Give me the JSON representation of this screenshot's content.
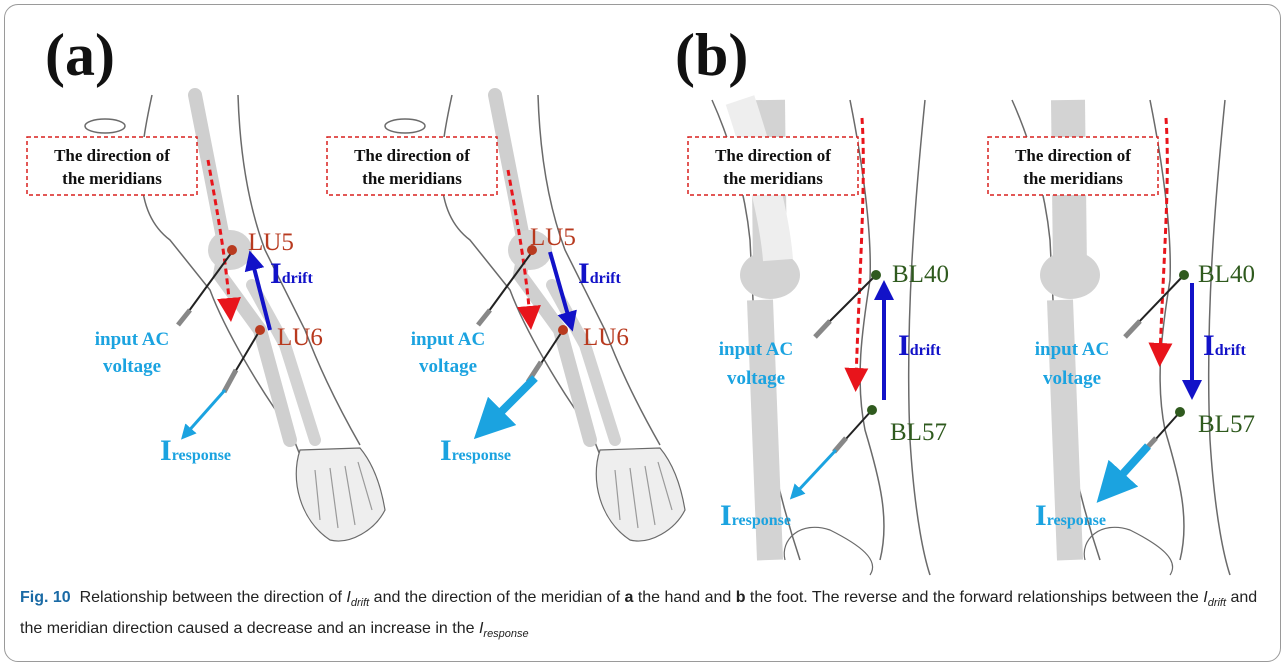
{
  "panels": {
    "a": {
      "label": "(a)",
      "left": {
        "direction_box": [
          "The direction of",
          "the meridians"
        ],
        "point_upper": "LU5",
        "point_lower": "LU6",
        "input_label": [
          "input AC",
          "voltage"
        ],
        "drift_I": "I",
        "drift_sub": "drift",
        "response_I": "I",
        "response_sub": "response"
      },
      "right": {
        "direction_box": [
          "The direction of",
          "the meridians"
        ],
        "point_upper": "LU5",
        "point_lower": "LU6",
        "input_label": [
          "input AC",
          "voltage"
        ],
        "drift_I": "I",
        "drift_sub": "drift",
        "response_I": "I",
        "response_sub": "response"
      }
    },
    "b": {
      "label": "(b)",
      "left": {
        "direction_box": [
          "The direction of",
          "the meridians"
        ],
        "point_upper": "BL40",
        "point_lower": "BL57",
        "input_label": [
          "input AC",
          "voltage"
        ],
        "drift_I": "I",
        "drift_sub": "drift",
        "response_I": "I",
        "response_sub": "response"
      },
      "right": {
        "direction_box": [
          "The direction of",
          "the meridians"
        ],
        "point_upper": "BL40",
        "point_lower": "BL57",
        "input_label": [
          "input AC",
          "voltage"
        ],
        "drift_I": "I",
        "drift_sub": "drift",
        "response_I": "I",
        "response_sub": "response"
      }
    }
  },
  "caption": {
    "fig_label": "Fig. 10",
    "t1": "Relationship between the direction of ",
    "i_drift": "I",
    "sub_drift": "drift",
    "t2": " and the direction of the meridian of ",
    "a": "a",
    "t3": " the hand and ",
    "b": "b",
    "t4": " the foot. The reverse and the forward relationships between the ",
    "t5": " and the meridian direction caused a decrease and an increase in the ",
    "i_resp": "I",
    "sub_resp": "response"
  },
  "colors": {
    "meridian_arrow": "#e8141b",
    "drift_arrow": "#1212c8",
    "response": "#1ba3e0",
    "arm_point": "#b83a1f",
    "leg_point": "#2f5a1e",
    "direction_box": "#d9201f",
    "skin_outline": "#6a6a6a",
    "bone": "#d3d3d3"
  }
}
